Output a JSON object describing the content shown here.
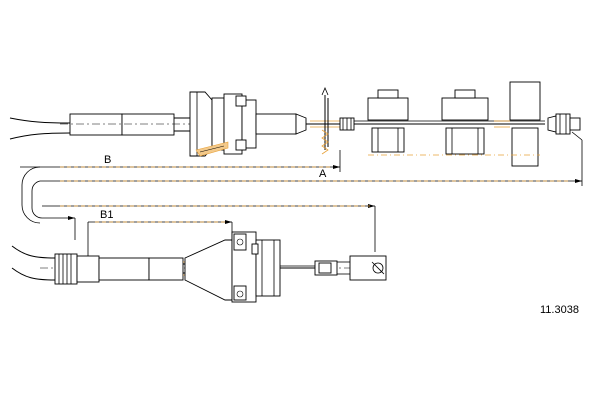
{
  "diagram": {
    "part_number": "11.3038",
    "dimension_labels": {
      "a": "A",
      "b": "B",
      "b1": "B1"
    },
    "colors": {
      "line": "#000000",
      "accent": "#e8a23a",
      "background": "#ffffff"
    }
  }
}
